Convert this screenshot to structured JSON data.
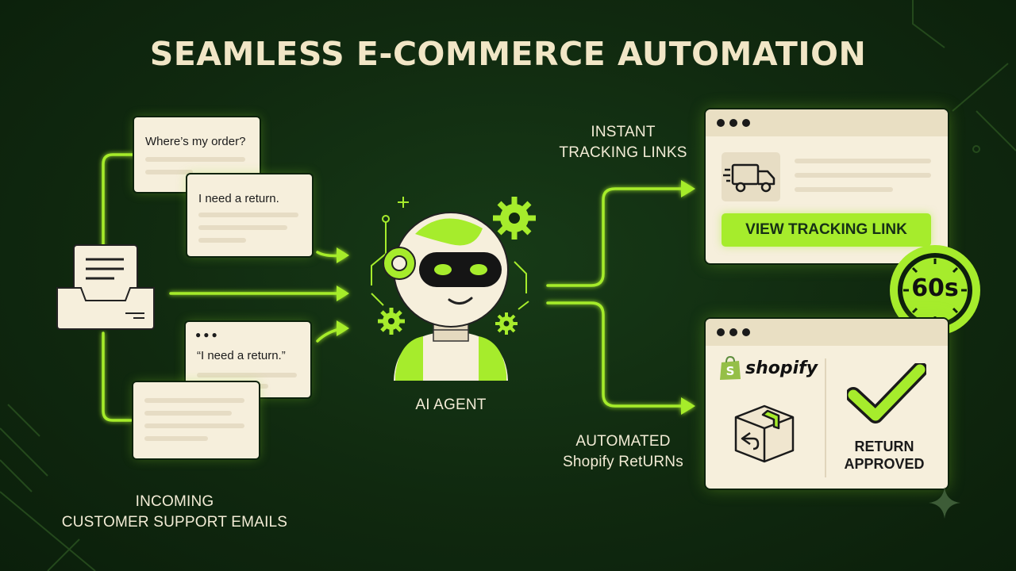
{
  "title": "SEAMLESS E-COMMERCE AUTOMATION",
  "labels": {
    "incoming_line1": "INCOMING",
    "incoming_line2": "CUSTOMER SUPPORT EMAILS",
    "agent": "AI AGENT",
    "tracking_line1": "INSTANT",
    "tracking_line2": "TRACKING LINKS",
    "returns_line1": "AUTOMATED",
    "returns_line2": "Shopify RetURNs"
  },
  "emails": [
    {
      "text": "Where’s my order?"
    },
    {
      "text": "I need a return."
    },
    {
      "text": "“I need a return.”"
    },
    {
      "text": ""
    }
  ],
  "tracking_panel": {
    "button_label": "VIEW TRACKING LINK"
  },
  "timer": {
    "value": "60s"
  },
  "returns_panel": {
    "brand": "shopify",
    "status_line1": "RETURN",
    "status_line2": "APPROVED"
  },
  "colors": {
    "background": "#10290f",
    "accent": "#a6ec2c",
    "card": "#f6efdc",
    "title": "#f1e6c6"
  },
  "icons": [
    "inbox-icon",
    "robot-icon",
    "gear-icon",
    "truck-icon",
    "stopwatch-icon",
    "shopify-bag-icon",
    "return-box-icon",
    "checkmark-icon",
    "sparkle-icon"
  ]
}
